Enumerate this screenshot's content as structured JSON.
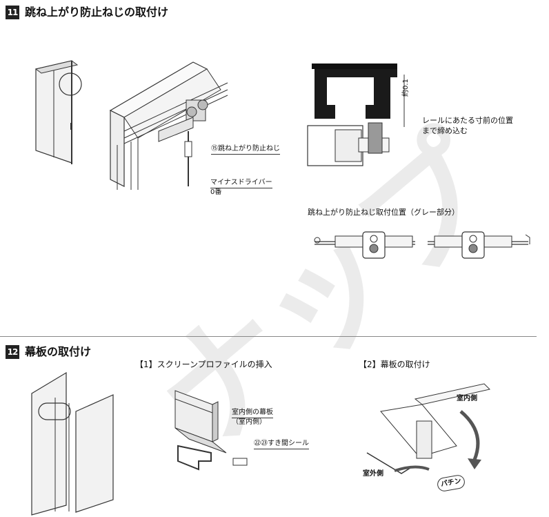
{
  "section11": {
    "number": "11",
    "title": "跳ね上がり防止ねじの取付け",
    "screw_label": "⑮跳ね上がり防止ねじ",
    "driver_label": "マイナスドライバー",
    "driver_size": "0番",
    "gap_label": "約0.1",
    "tighten_line1": "レールにあたる寸前の位置",
    "tighten_line2": "まで締め込む",
    "position_caption": "跳ね上がり防止ねじ取付位置（グレー部分）"
  },
  "section12": {
    "number": "12",
    "title": "幕板の取付け",
    "step1_title": "【1】スクリーンプロファイルの挿入",
    "step2_title": "【2】幕板の取付け",
    "inner_board_line1": "室内側の幕板",
    "inner_board_line2": "（室内側）",
    "seal_label": "㉒㉓すき間シール",
    "indoor_label": "室内側",
    "outdoor_label": "室外側",
    "snap_label": "パチン"
  },
  "watermark": "ナップ"
}
